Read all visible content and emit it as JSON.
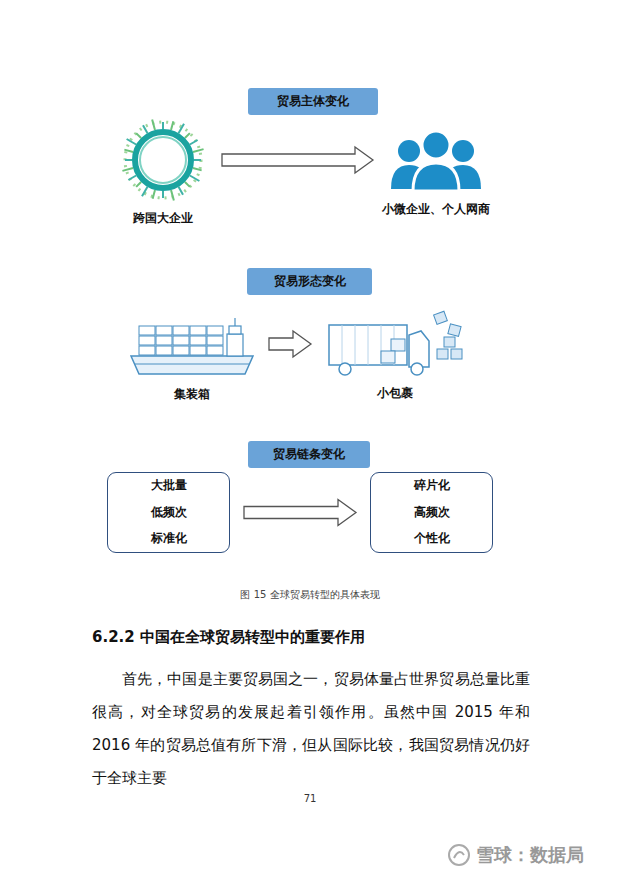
{
  "diagram": {
    "caption": "图 15 全球贸易转型的具体表现",
    "nodes": [
      {
        "text": [
          "贸易主体变化"
        ]
      },
      {
        "text": [
          "跨国大企业"
        ]
      },
      {
        "text": [
          "小微企业、个人网商"
        ]
      },
      {
        "text": [
          "贸易形态变化"
        ]
      },
      {
        "text": [
          "集装箱"
        ]
      },
      {
        "text": [
          "小包裹"
        ]
      },
      {
        "text": [
          "贸易链条变化"
        ]
      },
      {
        "text": [
          "大批量",
          "低频次",
          "标准化"
        ]
      },
      {
        "text": [
          "碎片化",
          "高频次",
          "个性化"
        ]
      }
    ],
    "edges": [
      {
        "from": 1,
        "to": 2,
        "arrow": "to"
      },
      {
        "from": 4,
        "to": 5,
        "arrow": "to"
      },
      {
        "from": 7,
        "to": 8,
        "arrow": "to"
      }
    ],
    "labels": [
      "6.2.2 中国在全球贸易转型中的重要作用",
      "首先，中国是主要贸易国之一，贸易体量占世界贸易总量比重很高，对全球贸易的发展起着引领作用。虽然中国 2015 年和 2016 年的贸易总值有所下滑，但从国际比较，我国贸易情况仍好于全球主要",
      "71",
      "雪球：数据局"
    ]
  }
}
